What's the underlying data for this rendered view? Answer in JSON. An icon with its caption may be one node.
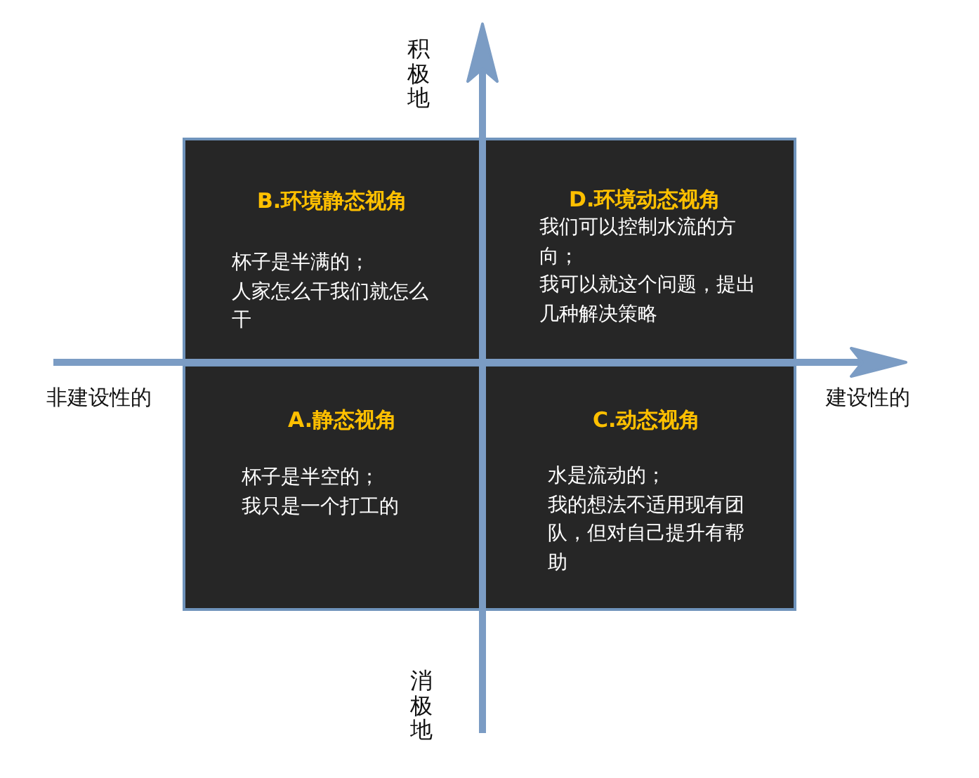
{
  "diagram": {
    "nodes": [
      {
        "text": [
          "B.环境静态视角",
          "杯子是半满的；",
          "人家怎么干我们就怎么干"
        ]
      },
      {
        "text": [
          "D.环境动态视角",
          "我们可以控制水流的方向；",
          "我可以就这个问题，提出几种解决策略"
        ]
      },
      {
        "text": [
          "A.静态视角",
          "杯子是半空的；",
          "我只是一个打工的"
        ]
      },
      {
        "text": [
          "C.动态视角",
          "水是流动的；",
          "我的想法不适用现有团队，但对自己提升有帮助"
        ]
      }
    ],
    "labels": [
      "积极地",
      "非建设性的",
      "建设性的",
      "消极地"
    ]
  }
}
